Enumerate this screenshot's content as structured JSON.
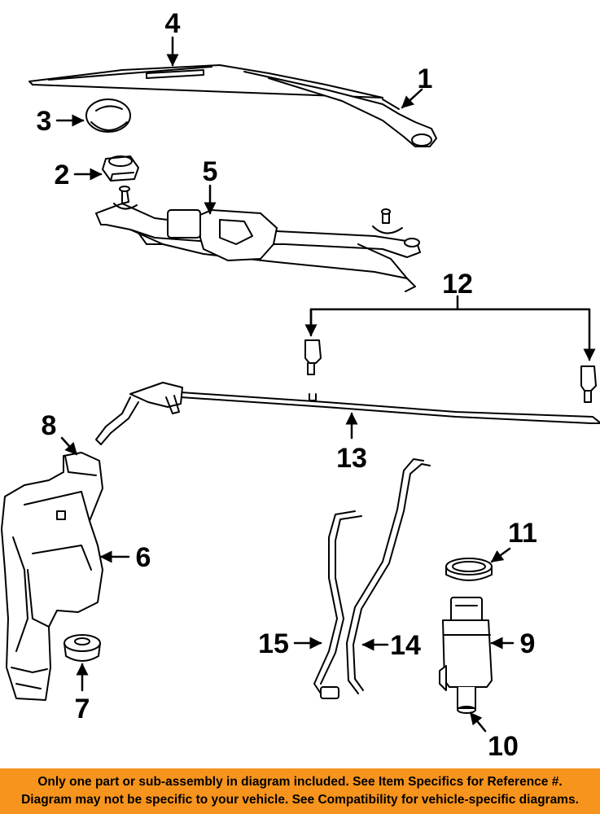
{
  "callouts": {
    "c1": "1",
    "c2": "2",
    "c3": "3",
    "c4": "4",
    "c5": "5",
    "c6": "6",
    "c7": "7",
    "c8": "8",
    "c9": "9",
    "c10": "10",
    "c11": "11",
    "c12": "12",
    "c13": "13",
    "c14": "14",
    "c15": "15"
  },
  "footer": {
    "line1": "Only one part or sub-assembly in diagram included. See Item Specifics for Reference #.",
    "line2": "Diagram may not be specific to your vehicle. See Compatibility for vehicle-specific diagrams."
  },
  "colors": {
    "banner": "#f7941d",
    "ink": "#000000"
  }
}
